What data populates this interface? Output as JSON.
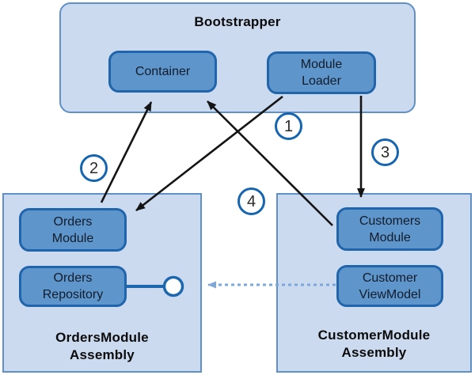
{
  "diagram": {
    "title": "Bootstrapper",
    "bootstrapper": {
      "title": "Bootstrapper",
      "nodes": [
        {
          "label": "Container"
        },
        {
          "label": "Module\nLoader"
        }
      ]
    },
    "orders_assembly": {
      "title": "OrdersModule\nAssembly",
      "nodes": [
        {
          "label": "Orders\nModule"
        },
        {
          "label": "Orders\nRepository"
        }
      ]
    },
    "customer_assembly": {
      "title": "CustomerModule\nAssembly",
      "nodes": [
        {
          "label": "Customers\nModule"
        },
        {
          "label": "Customer\nViewModel"
        }
      ]
    },
    "steps": [
      {
        "number": "1"
      },
      {
        "number": "2"
      },
      {
        "number": "3"
      },
      {
        "number": "4"
      }
    ],
    "arrows": [
      {
        "step": "1",
        "from": "Module Loader",
        "to": "Orders Module",
        "style": "solid-black"
      },
      {
        "step": "2",
        "from": "Orders Module",
        "to": "Container",
        "style": "solid-black"
      },
      {
        "step": "3",
        "from": "Module Loader",
        "to": "Customers Module",
        "style": "solid-black"
      },
      {
        "step": "4",
        "from": "Customers Module",
        "to": "Container",
        "style": "solid-black"
      },
      {
        "step": "",
        "from": "Customer ViewModel",
        "to": "Orders Repository interface",
        "style": "dashed-blue"
      }
    ],
    "lollipop": {
      "attached_to": "Orders Repository",
      "meaning": "exposed interface"
    },
    "colors": {
      "group_fill": "#cbdaee",
      "group_border": "#6091c6",
      "node_fill": "#5e95cb",
      "node_border": "#2065ac",
      "badge_ring": "#1565b0",
      "arrow_black": "#141414",
      "dashed_blue": "#7da7d9",
      "lollipop_blue": "#1c67ae",
      "text_dark": "#131c2b"
    }
  }
}
